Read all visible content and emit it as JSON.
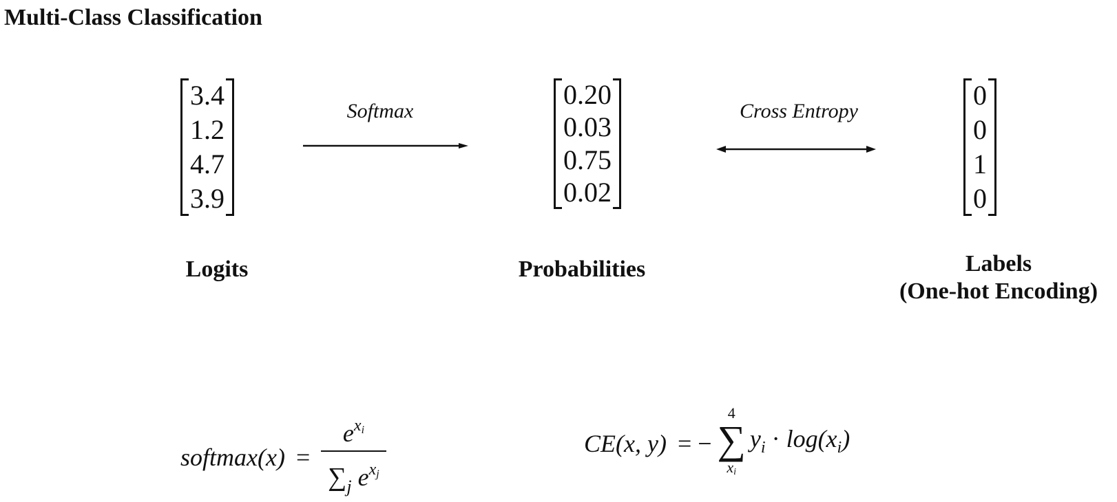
{
  "title": "Multi-Class Classification",
  "logits": {
    "values": [
      "3.4",
      "1.2",
      "4.7",
      "3.9"
    ],
    "caption": "Logits"
  },
  "probabilities": {
    "values": [
      "0.20",
      "0.03",
      "0.75",
      "0.02"
    ],
    "caption": "Probabilities"
  },
  "labels": {
    "values": [
      "0",
      "0",
      "1",
      "0"
    ],
    "caption_line1": "Labels",
    "caption_line2": "(One-hot Encoding)"
  },
  "arrows": {
    "softmax_label": "Softmax",
    "cross_entropy_label": "Cross Entropy"
  },
  "formulas": {
    "softmax": {
      "lhs": "softmax(x)",
      "eq": "=",
      "num_base": "e",
      "num_exp": "x",
      "num_exp_sub": "i",
      "den_sum": "∑",
      "den_sum_sub": "j",
      "den_base": "e",
      "den_exp": "x",
      "den_exp_sub": "j"
    },
    "cross_entropy": {
      "lhs": "CE(x, y)",
      "eq": "= −",
      "sum_upper": "4",
      "sum_symbol": "∑",
      "sum_lower": "x",
      "sum_lower_sub": "i",
      "term1": "y",
      "term1_sub": "i",
      "dot": " · ",
      "term2": "log(x",
      "term2_sub": "i",
      "term2_close": ")"
    }
  }
}
